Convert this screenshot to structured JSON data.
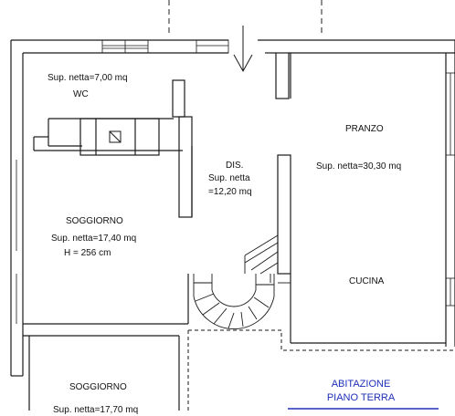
{
  "rooms": {
    "wc": {
      "area": "Sup. netta=7,00 mq",
      "name": "WC"
    },
    "dis": {
      "name": "DIS.",
      "area_line1": "Sup. netta",
      "area_line2": "=12,20 mq"
    },
    "pranzo": {
      "name": "PRANZO",
      "area": "Sup. netta=30,30 mq"
    },
    "cucina": {
      "name": "CUCINA"
    },
    "soggiorno": {
      "name": "SOGGIORNO",
      "area": "Sup. netta=17,40 mq",
      "height": "H = 256 cm"
    },
    "soggiorno_lower": {
      "name": "SOGGIORNO",
      "area": "Sup. netta=17,70 mq"
    }
  },
  "caption": {
    "line1": "ABITAZIONE",
    "line2": "PIANO TERRA"
  },
  "colors": {
    "walls": "#1a1a1a",
    "caption": "#1f2fb8"
  }
}
